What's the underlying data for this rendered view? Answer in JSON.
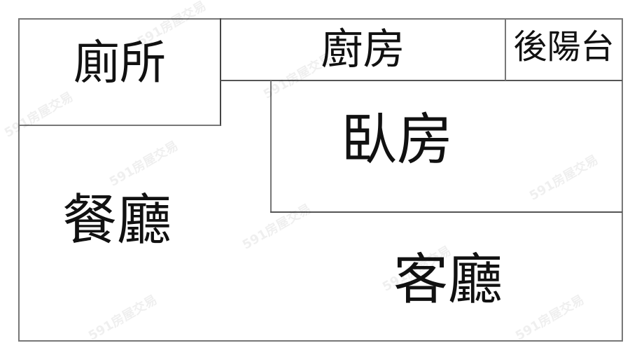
{
  "rooms": {
    "bathroom": "廁所",
    "kitchen": "廚房",
    "back_balcony": "後陽台",
    "bedroom": "臥房",
    "dining_room": "餐廳",
    "living_room": "客廳"
  },
  "watermark": "591房屋交易",
  "colors": {
    "wall": "#777777",
    "text": "#111111"
  }
}
